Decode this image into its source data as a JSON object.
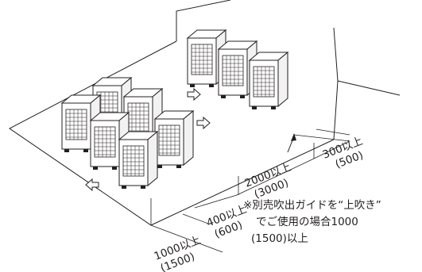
{
  "dimensions": {
    "d1000": {
      "value": "1000以上",
      "alt": "(1500)"
    },
    "d400": {
      "value": "400以上",
      "alt": "(600)"
    },
    "d2000": {
      "value": "2000以上",
      "alt": "(3000)"
    },
    "d300": {
      "value": "300以上",
      "alt": "(500)"
    }
  },
  "note": {
    "line1": "※別売吹出ガイドを“上吹き”",
    "line2": "でご使用の場合1000",
    "line3": "(1500)以上"
  }
}
